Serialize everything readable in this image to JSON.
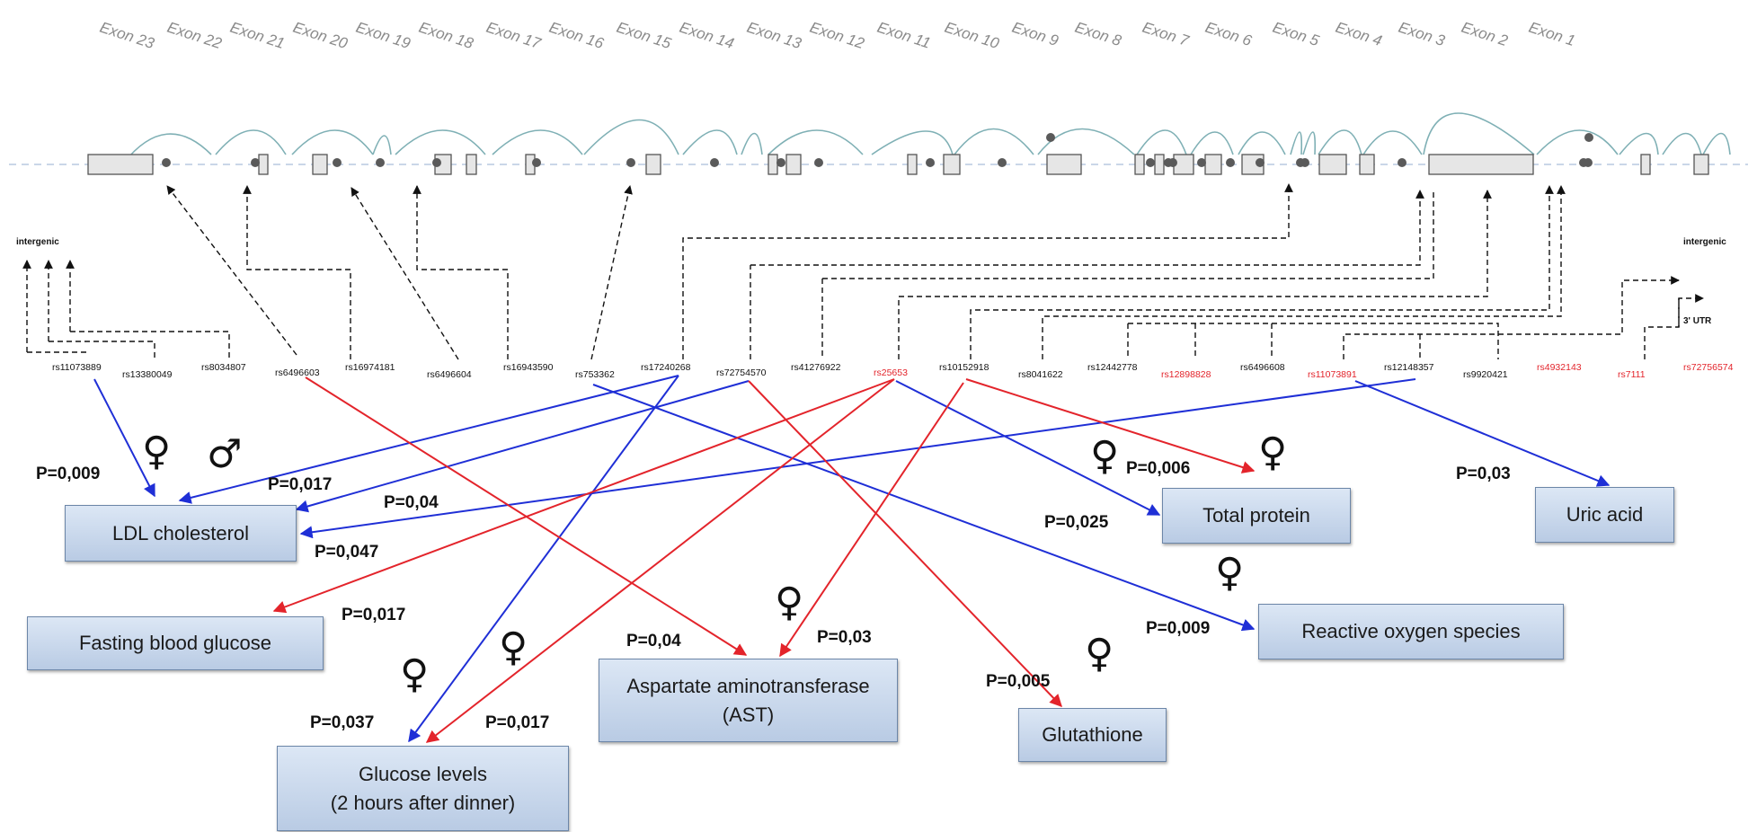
{
  "exons": [
    "Exon 23",
    "Exon 22",
    "Exon 21",
    "Exon 20",
    "Exon 19",
    "Exon 18",
    "Exon 17",
    "Exon 16",
    "Exon 15",
    "Exon 14",
    "Exon 13",
    "Exon 12",
    "Exon 11",
    "Exon 10",
    "Exon 9",
    "Exon 8",
    "Exon 7",
    "Exon 6",
    "Exon 5",
    "Exon 4",
    "Exon 3",
    "Exon 2",
    "Exon 1"
  ],
  "labels": {
    "intergenic_left": "intergenic",
    "intergenic_right": "intergenic",
    "utr": "3' UTR"
  },
  "snps": [
    {
      "id": "rs11073889",
      "color": "#111111"
    },
    {
      "id": "rs13380049",
      "color": "#111111"
    },
    {
      "id": "rs8034807",
      "color": "#111111"
    },
    {
      "id": "rs6496603",
      "color": "#111111"
    },
    {
      "id": "rs16974181",
      "color": "#111111"
    },
    {
      "id": "rs6496604",
      "color": "#111111"
    },
    {
      "id": "rs16943590",
      "color": "#111111"
    },
    {
      "id": "rs753362",
      "color": "#111111"
    },
    {
      "id": "rs17240268",
      "color": "#111111"
    },
    {
      "id": "rs72754570",
      "color": "#111111"
    },
    {
      "id": "rs41276922",
      "color": "#111111"
    },
    {
      "id": "rs25653",
      "color": "#e3242b"
    },
    {
      "id": "rs10152918",
      "color": "#111111"
    },
    {
      "id": "rs8041622",
      "color": "#111111"
    },
    {
      "id": "rs12442778",
      "color": "#111111"
    },
    {
      "id": "rs12898828",
      "color": "#e3242b"
    },
    {
      "id": "rs6496608",
      "color": "#111111"
    },
    {
      "id": "rs11073891",
      "color": "#e3242b"
    },
    {
      "id": "rs12148357",
      "color": "#111111"
    },
    {
      "id": "rs9920421",
      "color": "#111111"
    },
    {
      "id": "rs4932143",
      "color": "#e3242b"
    },
    {
      "id": "rs7111",
      "color": "#e3242b"
    },
    {
      "id": "rs72756574",
      "color": "#e3242b"
    }
  ],
  "traits": {
    "ldl": "LDL cholesterol",
    "fbg": "Fasting blood glucose",
    "glucose_line1": "Glucose levels",
    "glucose_line2": "(2 hours after dinner)",
    "ast_line1": "Aspartate aminotransferase",
    "ast_line2": "(AST)",
    "glutathione": "Glutathione",
    "total_protein": "Total protein",
    "ros": "Reactive oxygen species",
    "uric": "Uric acid"
  },
  "pvalues": {
    "p1": "P=0,009",
    "p2": "P=0,017",
    "p3": "P=0,04",
    "p4": "P=0,047",
    "p5": "P=0,017",
    "p6": "P=0,037",
    "p7": "P=0,017",
    "p8": "P=0,04",
    "p9": "P=0,03",
    "p10": "P=0,005",
    "p11": "P=0,006",
    "p12": "P=0,025",
    "p13": "P=0,009",
    "p14": "P=0,03"
  },
  "symbols": {
    "female": "♀",
    "male": "♂"
  },
  "colors": {
    "red": "#e3242b",
    "blue": "#1f2fd6",
    "exon_fill": "#e6e6e6",
    "intron": "#7fb0b5"
  }
}
